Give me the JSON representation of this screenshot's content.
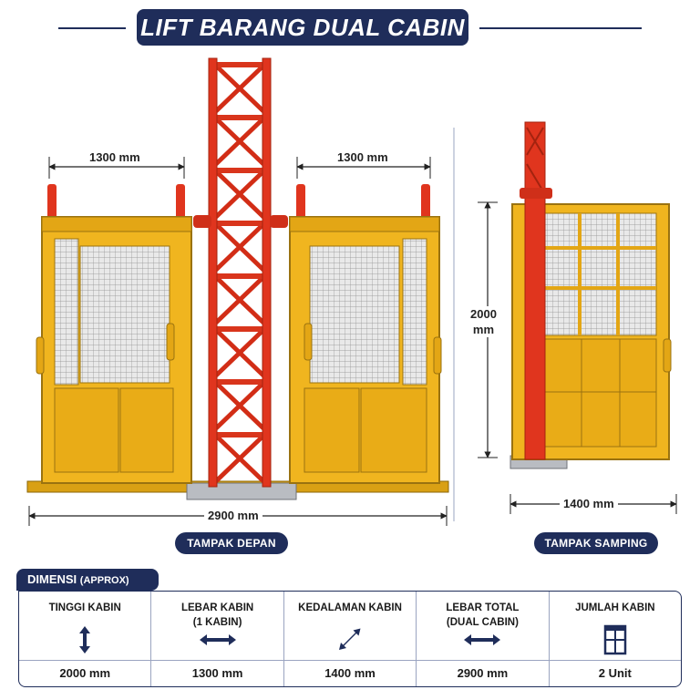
{
  "title": "LIFT BARANG DUAL CABIN",
  "front_view": {
    "label": "TAMPAK DEPAN",
    "left_cabin_width": "1300 mm",
    "right_cabin_width": "1300 mm",
    "total_width": "2900 mm"
  },
  "side_view": {
    "label": "TAMPAK SAMPING",
    "height": "2000\nmm",
    "depth": "1400 mm"
  },
  "colors": {
    "navy": "#1f2d5a",
    "cabin_yellow": "#f0b51f",
    "mast_red": "#e0351e",
    "base_gray": "#b9bcc2"
  },
  "dimensions": {
    "heading": "DIMENSI",
    "heading_note": "(APPROX)",
    "items": [
      {
        "label": "TINGGI KABIN",
        "icon": "vertical-arrow-icon",
        "value": "2000 mm"
      },
      {
        "label": "LEBAR KABIN\n(1 KABIN)",
        "icon": "horizontal-arrow-icon",
        "value": "1300 mm"
      },
      {
        "label": "KEDALAMAN KABIN",
        "icon": "diagonal-arrow-icon",
        "value": "1400 mm"
      },
      {
        "label": "LEBAR TOTAL\n(DUAL CABIN)",
        "icon": "horizontal-arrow-icon",
        "value": "2900 mm"
      },
      {
        "label": "JUMLAH KABIN",
        "icon": "cabin-icon",
        "value": "2 Unit"
      }
    ]
  }
}
